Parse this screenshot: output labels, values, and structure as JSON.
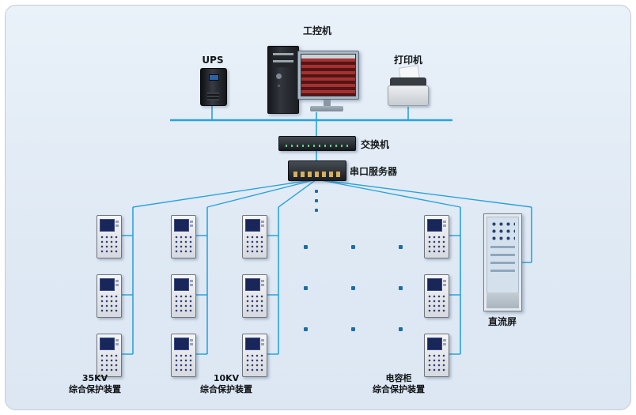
{
  "labels": {
    "pc": "工控机",
    "ups": "UPS",
    "printer": "打印机",
    "switch": "交换机",
    "serial_server": "串口服务器",
    "dc_panel": "直流屏",
    "group_35kv_line1": "35KV",
    "group_35kv_line2": "综合保护装置",
    "group_10kv_line1": "10KV",
    "group_10kv_line2": "综合保护装置",
    "group_cap_line1": "电容柜",
    "group_cap_line2": "综合保护装置"
  },
  "colors": {
    "connection_line": "#2aa3dc",
    "panel_background": "#dfe9f4",
    "relay_screen": "#18265a"
  }
}
